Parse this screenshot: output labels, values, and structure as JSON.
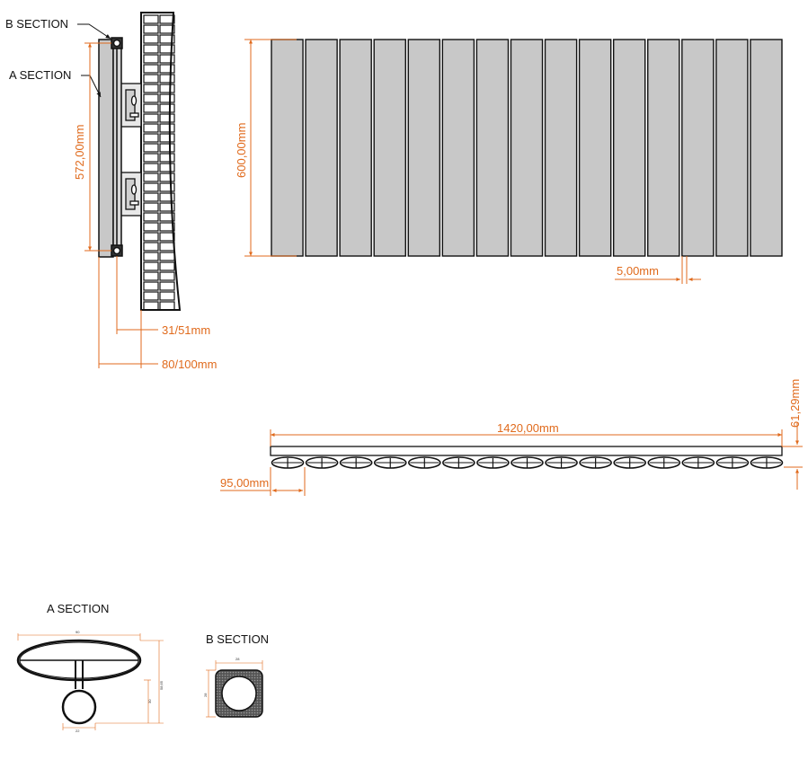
{
  "labels": {
    "b_section_callout": "B SECTION",
    "a_section_callout": "A SECTION",
    "a_section_title": "A SECTION",
    "b_section_title": "B SECTION"
  },
  "dimensions": {
    "side_height": "572,00mm",
    "front_height": "600,00mm",
    "panel_gap": "5,00mm",
    "wall_gap": "31/51mm",
    "total_depth": "80/100mm",
    "total_width": "1420,00mm",
    "top_depth": "61,29mm",
    "panel_pitch": "95,00mm"
  },
  "detail_dims": {
    "a_width": "90",
    "a_height": "58,65",
    "a_inner": "30",
    "a_tube": "22",
    "b_width": "28",
    "b_height": "28"
  },
  "colors": {
    "dimension": "#e06a1c",
    "panel_fill": "#c8c8c8",
    "line": "#111111"
  },
  "panel_count": 15
}
